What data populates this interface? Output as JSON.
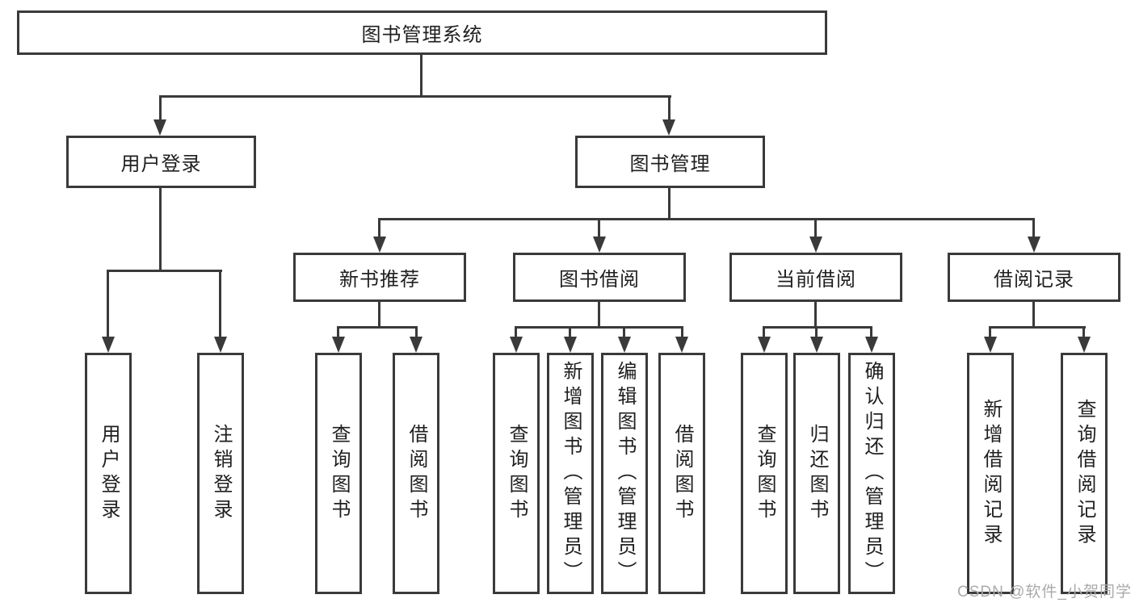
{
  "diagram_title": "图书管理系统",
  "colors": {
    "line": "#3a3a3a",
    "text": "#1f1f1f",
    "background": "#ffffff",
    "watermark": "#aaaaaa"
  },
  "nodes": {
    "root": "图书管理系统",
    "user_login": "用户登录",
    "book_mgmt": "图书管理",
    "login": "用户登录",
    "logout": "注销登录",
    "new_book_rec": "新书推荐",
    "book_borrow": "图书借阅",
    "current_borrow": "当前借阅",
    "borrow_record": "借阅记录",
    "rec_query_book": "查询图书",
    "rec_borrow_book": "借阅图书",
    "bb_query_book": "查询图书",
    "bb_add_book": "新增图书（管理员）",
    "bb_edit_book": "编辑图书（管理员）",
    "bb_borrow_book": "借阅图书",
    "cb_query_book": "查询图书",
    "cb_return_book": "归还图书",
    "cb_confirm_return": "确认归还（管理员）",
    "br_add_record": "新增借阅记录",
    "br_query_record": "查询借阅记录"
  },
  "watermark": "CSDN @软件_小贺同学"
}
